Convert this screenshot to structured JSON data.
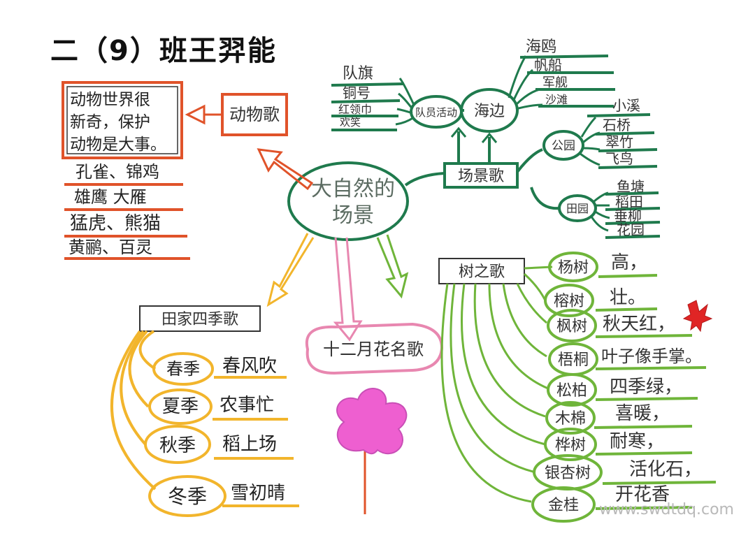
{
  "title": "二（9）班王羿能",
  "watermark": "www.swdtdq.com",
  "center": {
    "line1": "大自然的",
    "line2": "场景"
  },
  "branches": {
    "animals": {
      "label": "动物歌",
      "box_lines": [
        "动物世界很",
        "新奇，保护",
        "动物是大事。"
      ],
      "items": [
        "孔雀、锦鸡",
        "雄鹰 大雁",
        "猛虎、熊猫",
        "黄鹂、百灵"
      ]
    },
    "scenes": {
      "label": "场景歌",
      "sea": {
        "label": "海边",
        "items": [
          "海鸥",
          "帆船",
          "军舰",
          "沙滩"
        ]
      },
      "team": {
        "label": "队员活动",
        "items": [
          "队旗",
          "铜号",
          "红领巾",
          "欢笑"
        ]
      },
      "park": {
        "label": "公园",
        "items": [
          "小溪",
          "石桥",
          "翠竹",
          "飞鸟"
        ]
      },
      "field": {
        "label": "田园",
        "items": [
          "鱼塘",
          "稻田",
          "垂柳",
          "花园"
        ]
      }
    },
    "trees": {
      "label": "树之歌",
      "items": [
        {
          "name": "杨树",
          "desc": "高，"
        },
        {
          "name": "榕树",
          "desc": "壮。"
        },
        {
          "name": "枫树",
          "desc": "秋天红，"
        },
        {
          "name": "梧桐",
          "desc": "叶子像手掌。"
        },
        {
          "name": "松柏",
          "desc": "四季绿，"
        },
        {
          "name": "木棉",
          "desc": "喜暖，"
        },
        {
          "name": "桦树",
          "desc": "耐寒，"
        },
        {
          "name": "银杏树",
          "desc": "活化石，"
        },
        {
          "name": "金桂",
          "desc": "开花香"
        }
      ]
    },
    "seasons": {
      "label": "田家四季歌",
      "items": [
        {
          "name": "春季",
          "desc": "春风吹"
        },
        {
          "name": "夏季",
          "desc": "农事忙"
        },
        {
          "name": "秋季",
          "desc": "稻上场"
        },
        {
          "name": "冬季",
          "desc": "雪初晴"
        }
      ]
    },
    "flowers": {
      "label": "十二月花名歌"
    }
  },
  "colors": {
    "animals": "#e0532a",
    "scenes": "#1f7a4d",
    "trees": "#6fb53a",
    "seasons": "#f2b52c",
    "flowers": "#e887b0",
    "center": "#1f7a4d",
    "flower_fill": "#ee5fd0"
  }
}
